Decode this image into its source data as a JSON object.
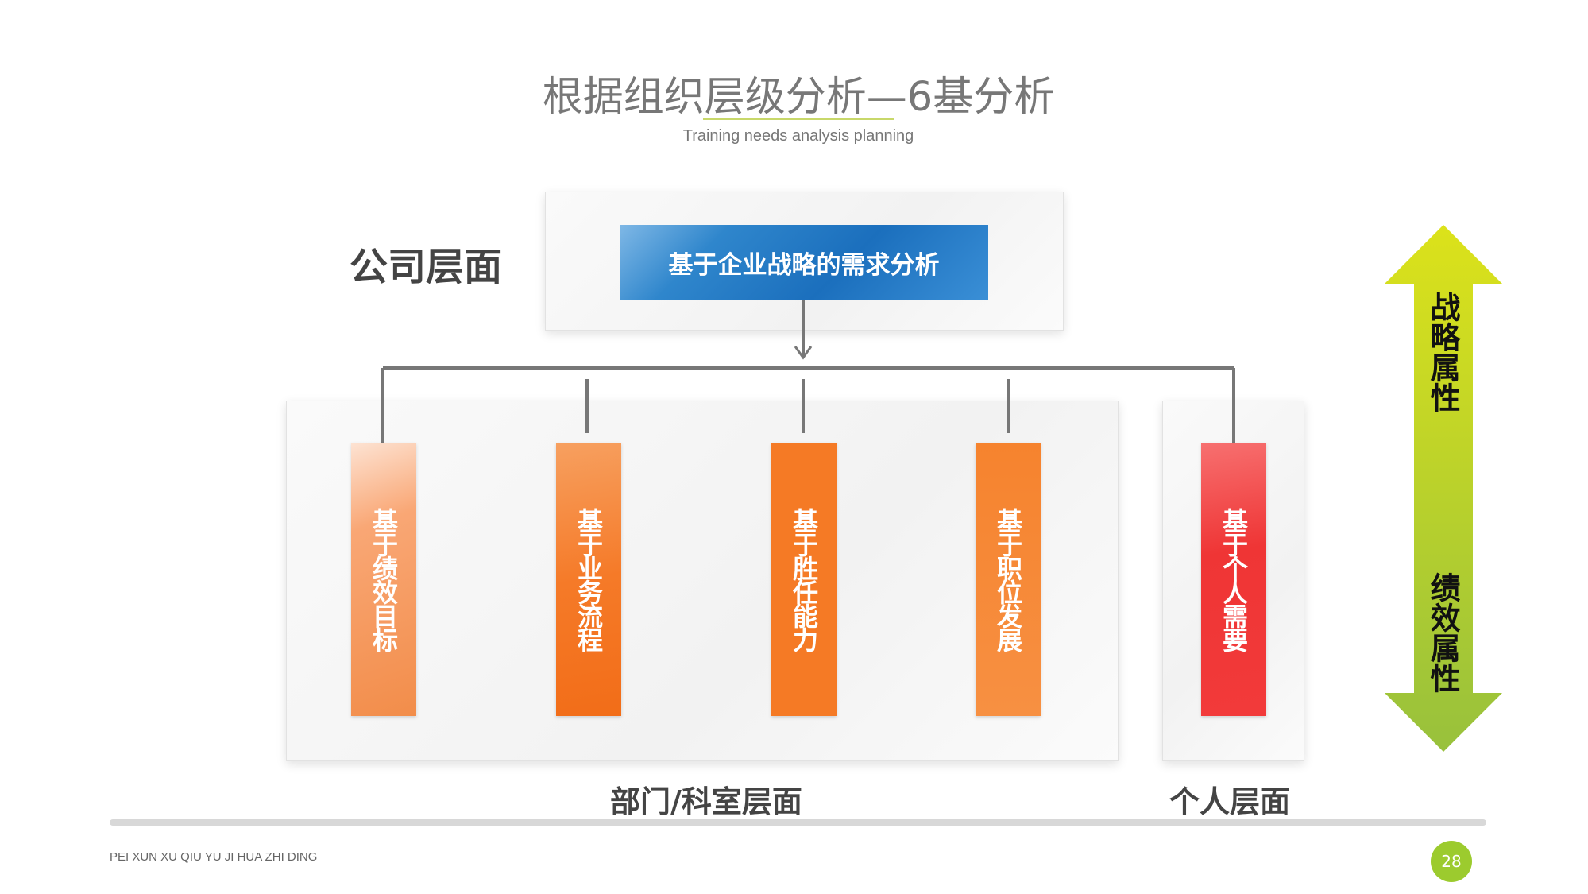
{
  "title": "根据组织层级分析—6基分析",
  "subtitle": "Training needs analysis planning",
  "company_level": {
    "label": "公司层面",
    "box": "基于企业战略的需求分析"
  },
  "department_level": {
    "label": "部门/科室层面",
    "items": [
      "基于绩效目标",
      "基于业务流程",
      "基于胜任能力",
      "基于职位发展"
    ]
  },
  "personal_level": {
    "label": "个人层面",
    "item": "基于个人需要"
  },
  "side_arrow": {
    "top_label": "战略属性",
    "bottom_label": "绩效属性",
    "color_top": "#d8e020",
    "color_bottom": "#9cc23a"
  },
  "footer": {
    "text": "PEI XUN XU QIU YU JI HUA ZHI DING",
    "page": "28"
  }
}
